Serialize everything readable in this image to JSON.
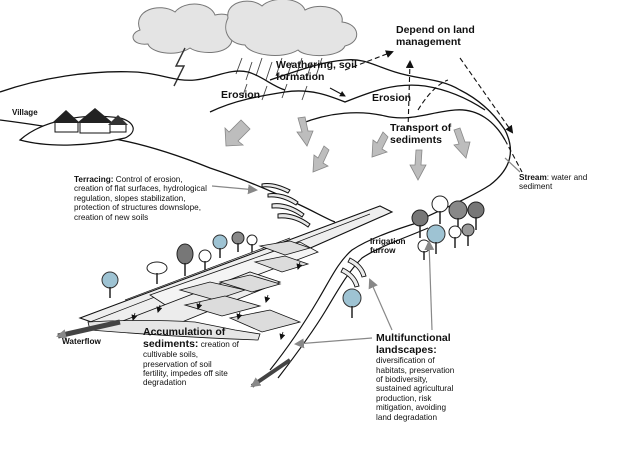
{
  "labels": {
    "depend": [
      "Depend on land",
      "management"
    ],
    "weathering": [
      "Weathering, soil",
      "formation"
    ],
    "erosion_left": "Erosion",
    "erosion_right": "Erosion",
    "transport": [
      "Transport of",
      "sediments"
    ],
    "village": "Village",
    "terracing": {
      "title": "Terracing:",
      "lines": [
        " Control of erosion,",
        "creation of flat surfaces, hydrological",
        "regulation, slopes stabilization,",
        "protection of structures downslope,",
        "creation of new soils"
      ]
    },
    "stream": {
      "title": "Stream",
      "lines": [
        ": water and",
        "sediment"
      ]
    },
    "irrigation": [
      "Irrigation",
      "furrow"
    ],
    "waterflow": "Waterflow",
    "accumulation": {
      "title_lines": [
        "Accumulation of",
        "sediments:"
      ],
      "lines": [
        " creation of",
        "cultivable soils,",
        "preservation of soil",
        "fertility, impedes off site",
        "degradation"
      ]
    },
    "multifunctional": {
      "title_lines": [
        "Multifunctional",
        "landscapes:"
      ],
      "lines": [
        "diversification of",
        "habitats, preservation",
        "of biodiversity,",
        "sustained agricultural",
        "production, risk",
        "mitigation, avoiding",
        "land degradation"
      ]
    }
  },
  "colors": {
    "ink": "#111111",
    "arrow_gray": "#bbbbbb",
    "cloud": "#e2e2e2",
    "tree_blue": "#9ec3d3",
    "tree_dark": "#555555",
    "terrace": "#dcdcdc"
  }
}
